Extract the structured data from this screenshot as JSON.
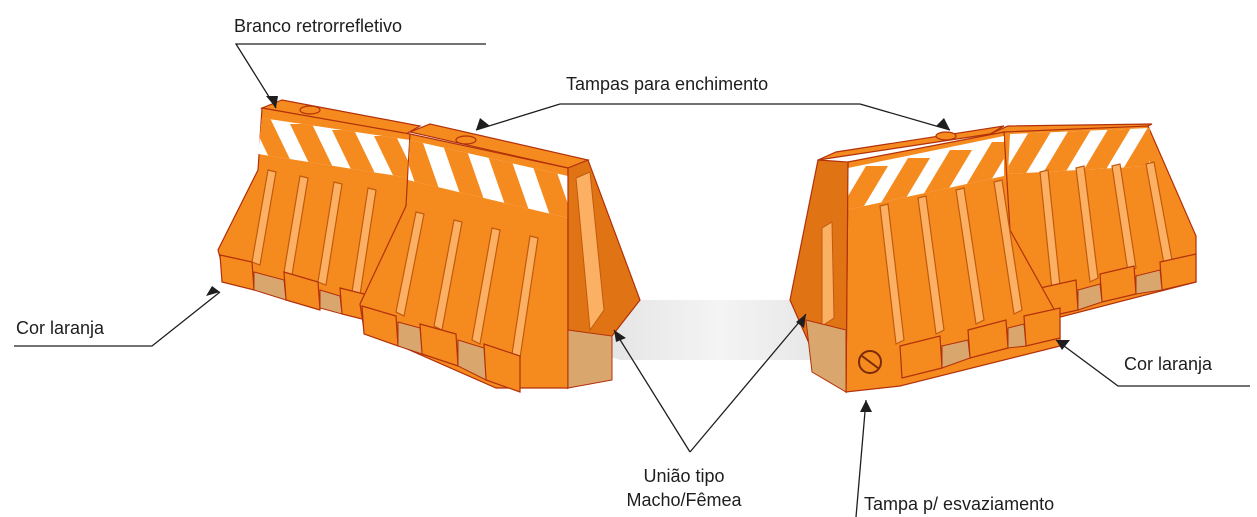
{
  "labels": {
    "branco": "Branco retrorrefletivo",
    "tampas": "Tampas para enchimento",
    "cor_left": "Cor laranja",
    "cor_right": "Cor laranja",
    "uniao_line1": "União tipo",
    "uniao_line2": "Macho/Fêmea",
    "tampa_esv": "Tampa p/ esvaziamento"
  },
  "colors": {
    "orange": "#f58a1f",
    "orange_light": "#fbb064",
    "orange_dark": "#c25a0c",
    "outline": "#b2300a",
    "stripe_white": "#ffffff",
    "text": "#1e1e1e",
    "shadow": "#e4e4e4"
  }
}
